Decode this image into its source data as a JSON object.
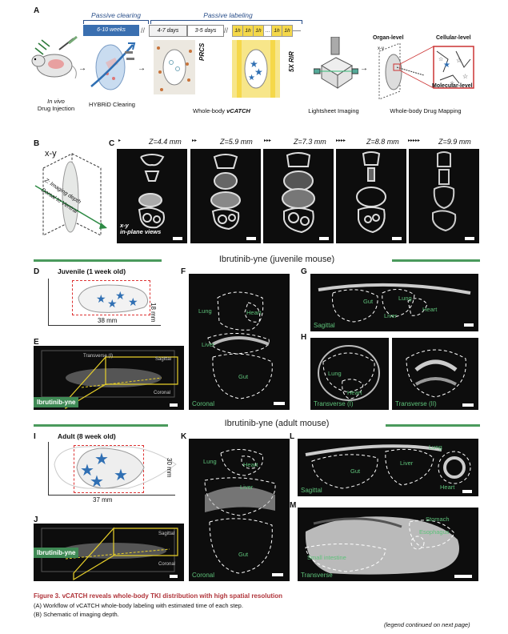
{
  "panel_letters": [
    "A",
    "B",
    "C",
    "D",
    "E",
    "F",
    "G",
    "H",
    "I",
    "J",
    "K",
    "L",
    "M"
  ],
  "workflow": {
    "header_passive_clearing": "Passive clearing",
    "header_passive_labeling": "Passive labeling",
    "timeline": [
      "6-10 weeks",
      "4-7 days",
      "3-5 days",
      "1h",
      "1h",
      "1h",
      "...",
      "1h",
      "1h"
    ],
    "steps": [
      {
        "label": "In vivo\nDrug Injection",
        "line1": "In vivo",
        "line2": "Drug Injection"
      },
      {
        "label": "HYBRiD Clearing"
      },
      {
        "label": "Whole-body vCATCH",
        "plain": "Whole-body ",
        "italic": "vCATCH"
      },
      {
        "label": "Lightsheet Imaging"
      },
      {
        "label": "Whole-body Drug Mapping"
      }
    ],
    "prcs": "PRCS",
    "rir": "5X RIR",
    "organ_level": "Organ-level",
    "cellular_level": "Cellular-level",
    "molecular_level": "Molecular-level",
    "xy": "x-y",
    "zlabel": "z"
  },
  "panel_b": {
    "xy": "x-y",
    "z": "Z: Imaging depth",
    "dv": "Dorsal to Ventral"
  },
  "panel_c": {
    "slices": [
      "Z=4.4 mm",
      "Z=5.9 mm",
      "Z=7.3 mm",
      "Z=8.8 mm",
      "Z=9.9 mm"
    ],
    "caption": "x-y\nin-plane views",
    "caption1": "x-y",
    "caption2": "in-plane views"
  },
  "juvenile": {
    "title": "Ibrutinib-yne (juvenile mouse)",
    "d_title": "Juvenile (1 week old)",
    "height": "18 mm",
    "width": "38 mm",
    "e_label": "Ibrutinib-yne",
    "e_tiny": [
      "Transverse (I)",
      "Sagittal",
      "Coronal"
    ],
    "f_labels": [
      "Lung",
      "Heart",
      "Liver",
      "Gut",
      "Coronal"
    ],
    "g_labels": [
      "Gut",
      "Lung",
      "Heart",
      "Liver",
      "Sagittal"
    ],
    "h_labels": [
      "Lung",
      "Heart",
      "Transverse (I)",
      "Transverse (II)"
    ]
  },
  "adult": {
    "title": "Ibrutinib-yne (adult mouse)",
    "i_title": "Adult (8 week old)",
    "height": "30 mm",
    "width": "37 mm",
    "j_label": "Ibrutinib-yne",
    "j_tiny": [
      "Sagittal",
      "Coronal"
    ],
    "k_labels": [
      "Lung",
      "Heart",
      "Liver",
      "Gut",
      "Coronal"
    ],
    "l_labels": [
      "Lung",
      "Gut",
      "Liver",
      "Heart",
      "Sagittal"
    ],
    "m_labels": [
      "Stomach",
      "Esophagus",
      "Small intestine",
      "Transverse"
    ]
  },
  "caption": {
    "title": "Figure 3.  vCATCH reveals whole-body TKI distribution with high spatial resolution",
    "line_a": "(A) Workflow of vCATCH whole-body labeling with estimated time of each step.",
    "line_b": "(B) Schematic of imaging depth.",
    "continued": "(legend continued on next page)"
  },
  "colors": {
    "accent_green": "#4a9a5c",
    "label_green": "#5ec27a",
    "star_blue": "#2f6fb3",
    "timeline_blue": "#3a6fb0",
    "timeline_yellow": "#f5d84a",
    "caption_red": "#b0343a"
  }
}
